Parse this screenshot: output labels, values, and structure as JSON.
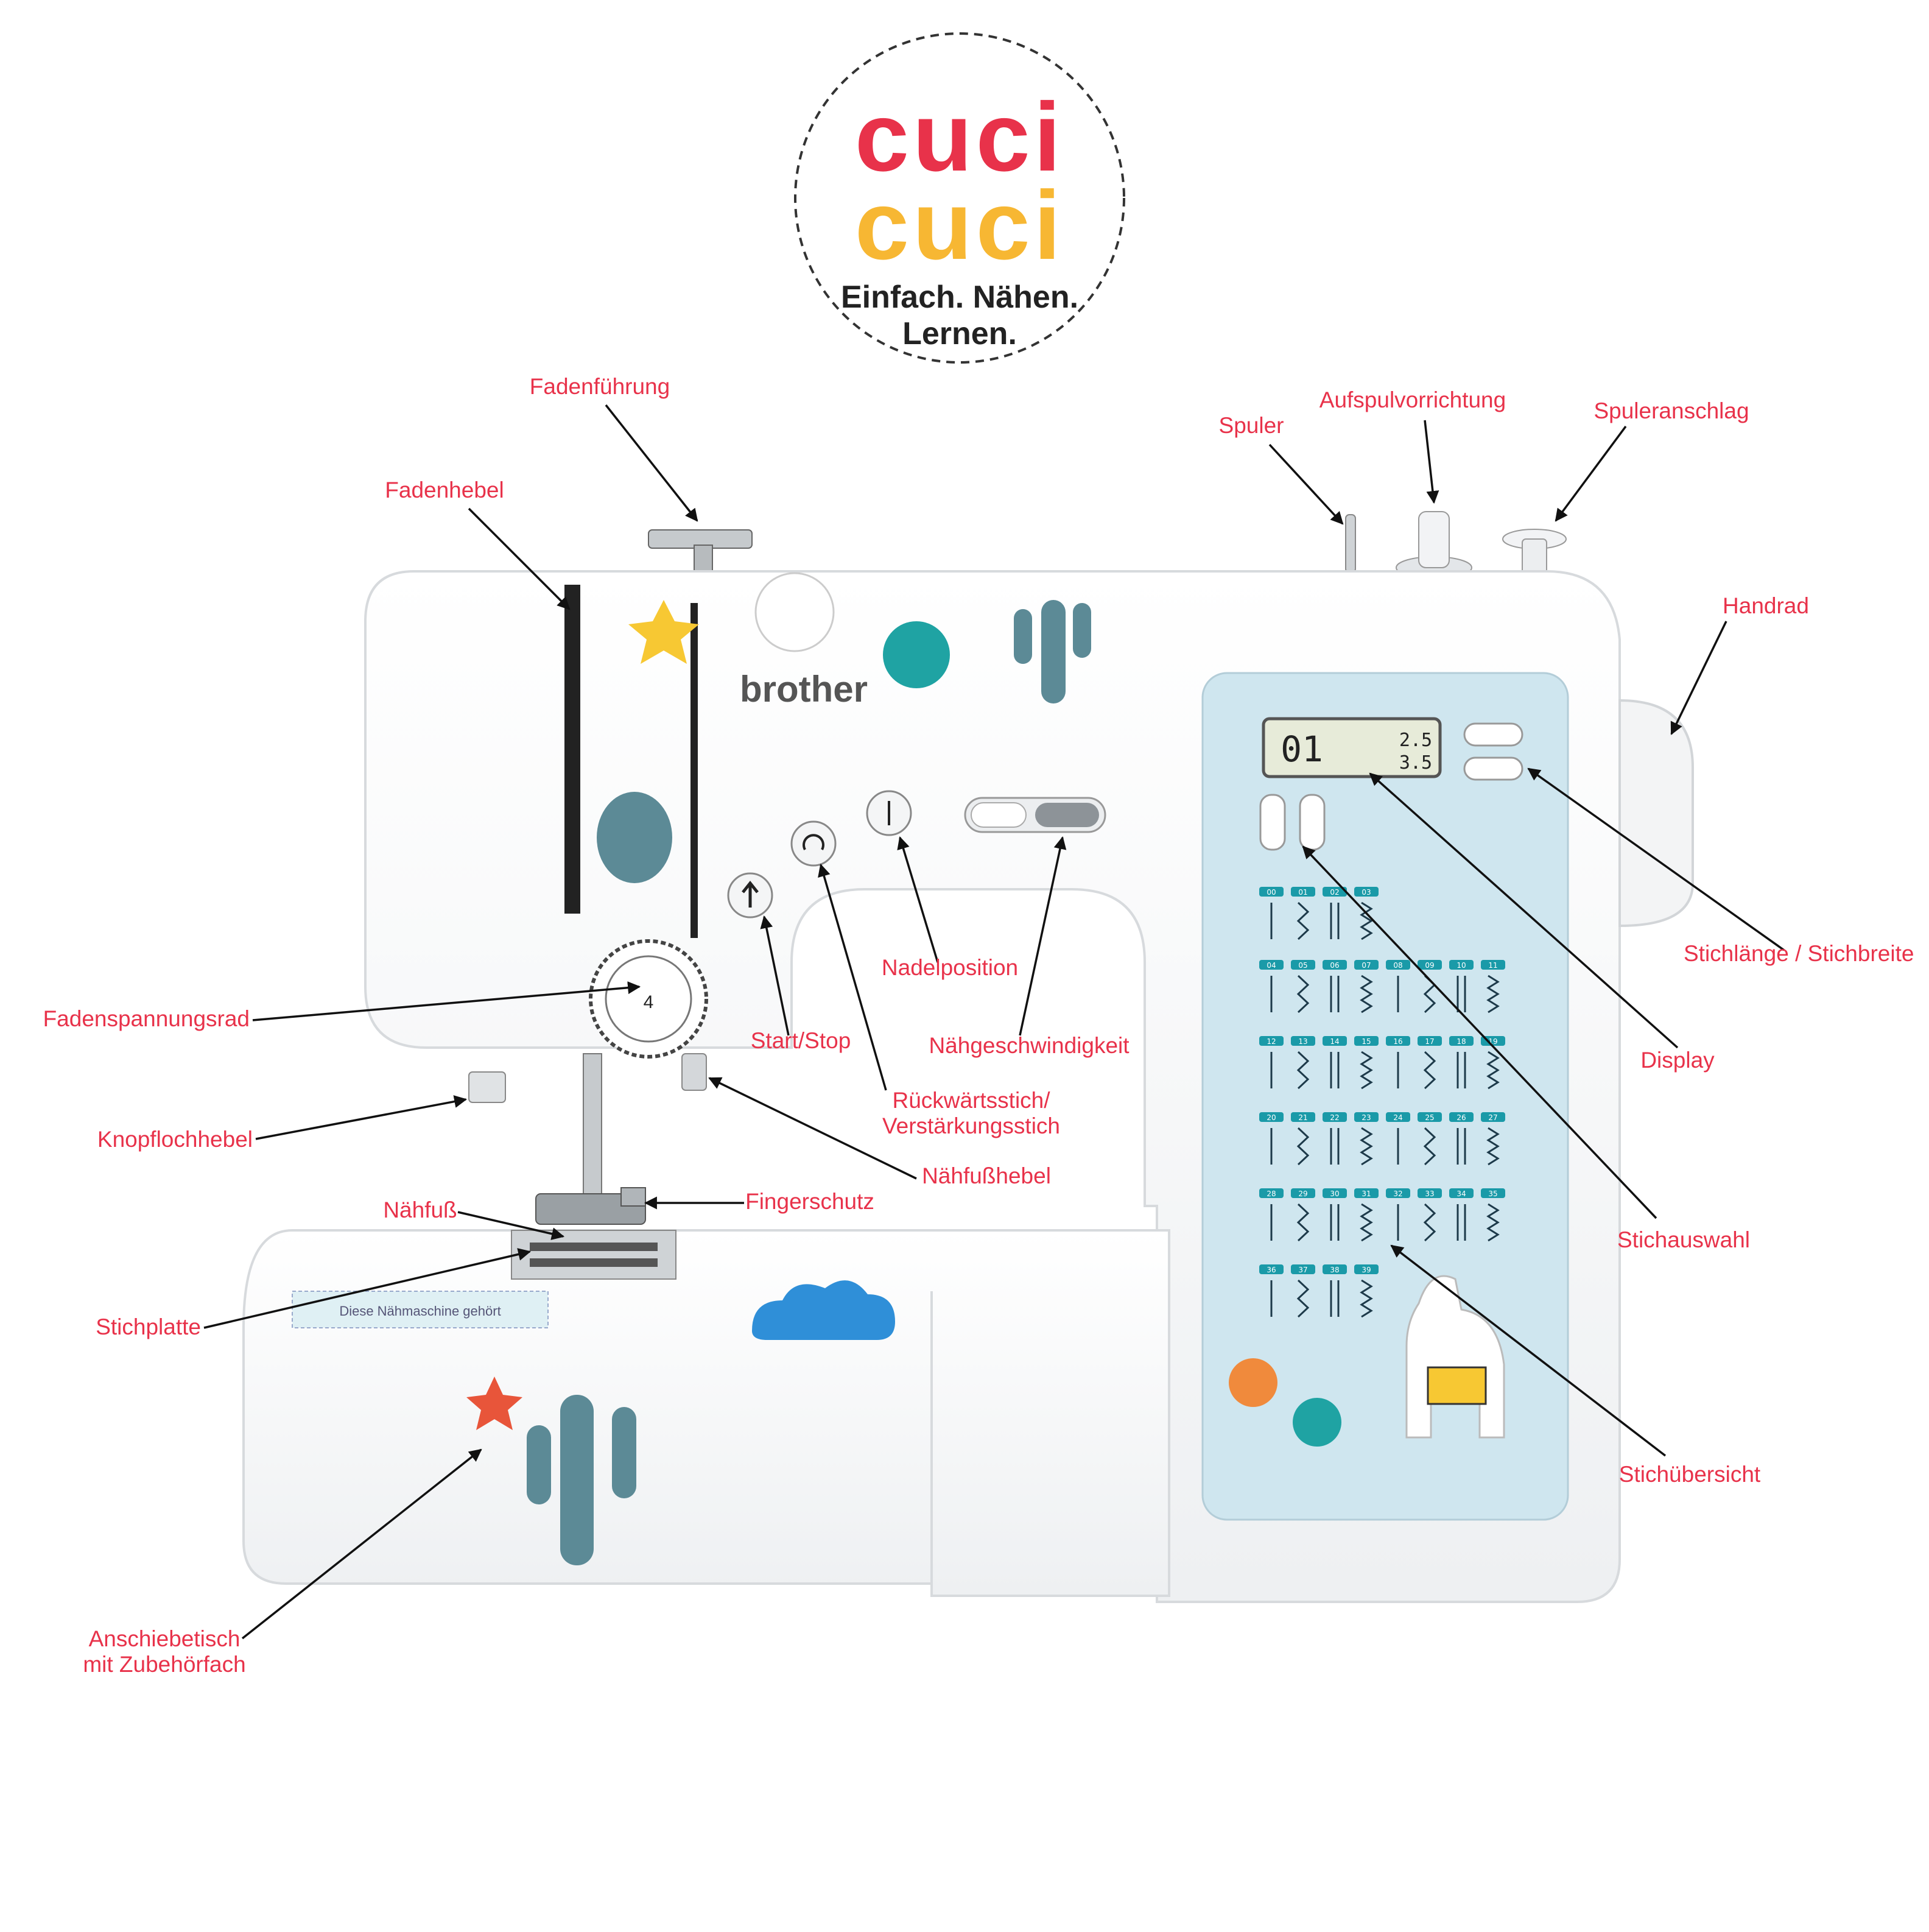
{
  "logo": {
    "word_top": "cuci",
    "word_bottom": "cuci",
    "tagline_line1": "Einfach. Nähen.",
    "tagline_line2": "Lernen."
  },
  "machine": {
    "brand": "brother",
    "display_stitch": "01",
    "display_length": "2.5",
    "display_width": "3.5",
    "nameplate": "Diese Nähmaschine gehört",
    "stitch_numbers": [
      "00",
      "01",
      "02",
      "03",
      "04",
      "05",
      "06",
      "07",
      "08",
      "09",
      "10",
      "11",
      "12",
      "13",
      "14",
      "15",
      "16",
      "17",
      "18",
      "19",
      "20",
      "21",
      "22",
      "23",
      "24",
      "25",
      "26",
      "27",
      "28",
      "29",
      "30",
      "31",
      "32",
      "33",
      "34",
      "35",
      "36",
      "37",
      "38",
      "39"
    ]
  },
  "labels": {
    "fadenfuehrung": "Fadenführung",
    "fadenhebel": "Fadenhebel",
    "spuler": "Spuler",
    "aufspulvorrichtung": "Aufspulvorrichtung",
    "spuleranschlag": "Spuleranschlag",
    "handrad": "Handrad",
    "stichlaenge": "Stichlänge / Stichbreite",
    "display": "Display",
    "stichauswahl": "Stichauswahl",
    "stichuebersicht": "Stichübersicht",
    "nadelposition": "Nadelposition",
    "naehgeschwindigkeit": "Nähgeschwindigkeit",
    "start_stop": "Start/Stop",
    "rueckwaerts_line1": "Rückwärtsstich/",
    "rueckwaerts_line2": "Verstärkungsstich",
    "naehfusshebel": "Nähfußhebel",
    "fingerschutz": "Fingerschutz",
    "naehfuss": "Nähfuß",
    "fadenspannungsrad": "Fadenspannungsrad",
    "knopflochhebel": "Knopflochhebel",
    "stichplatte": "Stichplatte",
    "anschiebetisch_line1": "Anschiebetisch",
    "anschiebetisch_line2": "mit Zubehörfach"
  }
}
